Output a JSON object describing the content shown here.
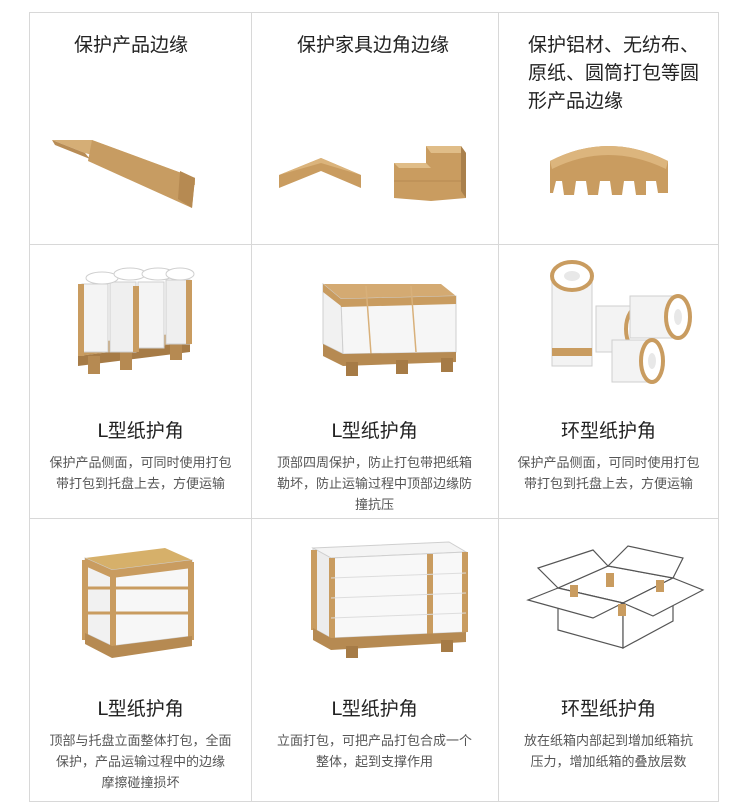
{
  "top_row": [
    {
      "title": "保护产品边缘"
    },
    {
      "title": "保护家具边角边缘"
    },
    {
      "title_lines": [
        "保护铝材、无纺布、",
        "原纸、圆筒打包等圆",
        "形产品边缘"
      ]
    }
  ],
  "middle_row": [
    {
      "title": "L型纸护角",
      "desc_lines": [
        "保护产品侧面，可同时使用打包",
        "带打包到托盘上去，方便运输"
      ]
    },
    {
      "title": "L型纸护角",
      "desc_lines": [
        "顶部四周保护，防止打包带把纸箱",
        "勒坏，防止运输过程中顶部边缘防",
        "撞抗压"
      ]
    },
    {
      "title": "环型纸护角",
      "desc_lines": [
        "保护产品侧面，可同时使用打包",
        "带打包到托盘上去，方便运输"
      ]
    }
  ],
  "bottom_row": [
    {
      "title": "L型纸护角",
      "desc_lines": [
        "顶部与托盘立面整体打包，全面",
        "保护，产品运输过程中的边缘",
        "摩擦碰撞损坏"
      ]
    },
    {
      "title": "L型纸护角",
      "desc_lines": [
        "立面打包，可把产品打包合成一个",
        "整体，起到支撑作用"
      ]
    },
    {
      "title": "环型纸护角",
      "desc_lines": [
        "放在纸箱内部起到增加纸箱抗",
        "压力，增加纸箱的叠放层数"
      ]
    }
  ],
  "colors": {
    "kraft": "#c9a06a",
    "kraft_dark": "#a87d48",
    "kraft_light": "#ddbb88",
    "border": "#d8d8d8"
  }
}
